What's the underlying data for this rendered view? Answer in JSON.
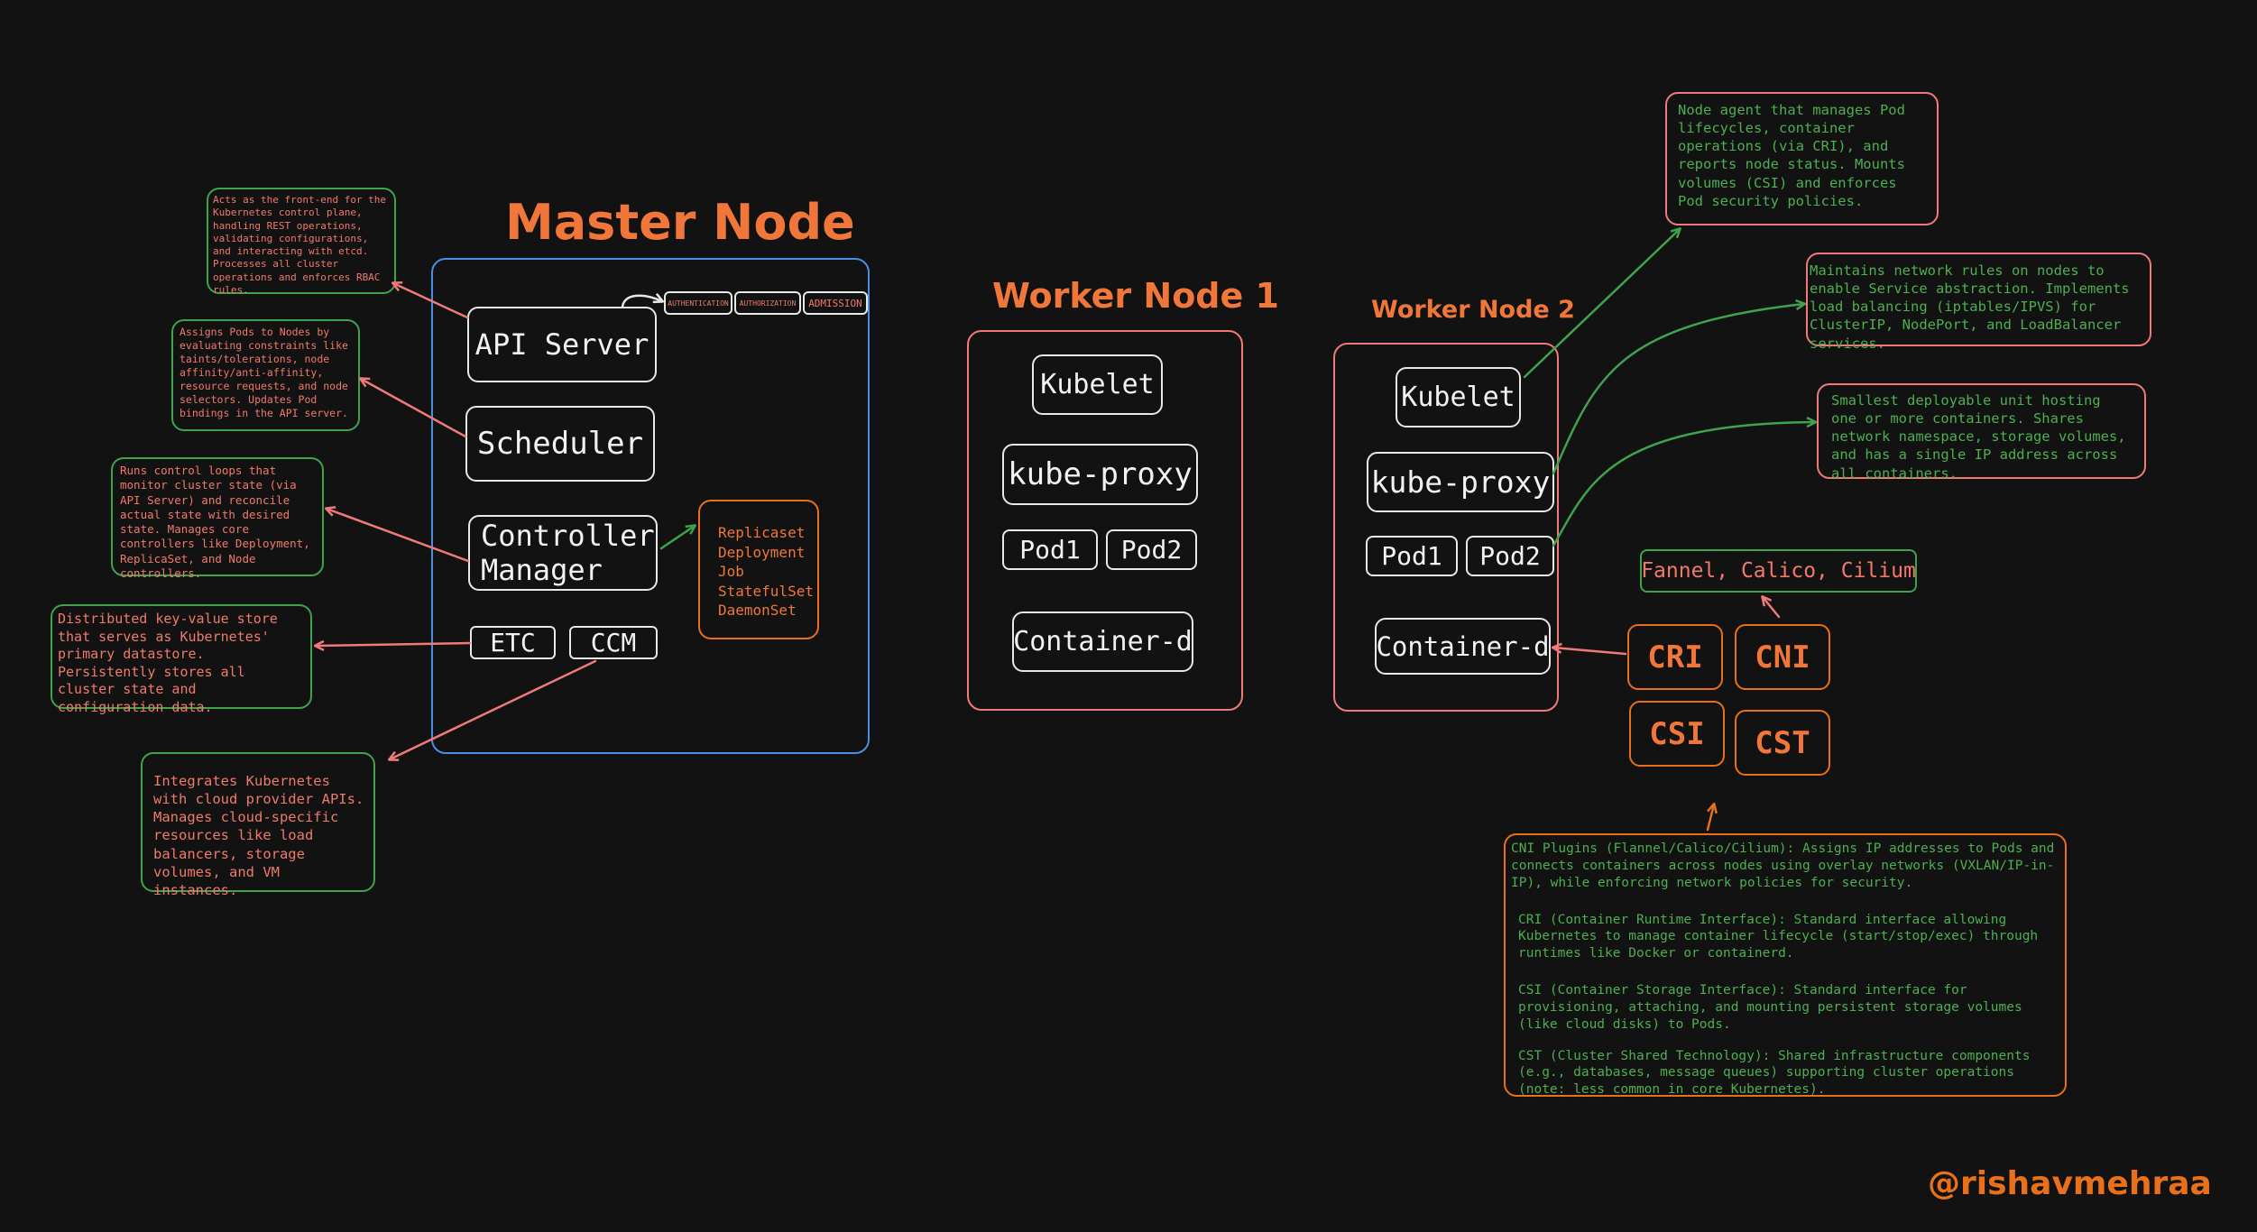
{
  "titles": {
    "master": "Master Node",
    "worker1": "Worker Node 1",
    "worker2": "Worker Node 2"
  },
  "master": {
    "api_server": "API Server",
    "scheduler": "Scheduler",
    "controller_manager_line1": "Controller",
    "controller_manager_line2": "Manager",
    "etc": "ETC",
    "ccm": "CCM",
    "auth_tags": [
      "AUTHENTICATION",
      "AUTHORIZATION",
      "ADMISSION"
    ],
    "controllers": [
      "Replicaset",
      "Deployment",
      "Job",
      "StatefulSet",
      "DaemonSet"
    ]
  },
  "worker1": {
    "kubelet": "Kubelet",
    "kube_proxy": "kube-proxy",
    "pod1": "Pod1",
    "pod2": "Pod2",
    "container_d": "Container-d"
  },
  "worker2": {
    "kubelet": "Kubelet",
    "kube_proxy": "kube-proxy",
    "pod1": "Pod1",
    "pod2": "Pod2",
    "container_d": "Container-d"
  },
  "plugins": {
    "cni_list": "Fannel, Calico, Cilium",
    "cri": "CRI",
    "cni": "CNI",
    "csi": "CSI",
    "cst": "CST"
  },
  "notes": {
    "api_server": "Acts as the front-end for the Kubernetes control plane, handling REST operations, validating configurations, and interacting with etcd. Processes all cluster operations and enforces RBAC rules.",
    "scheduler": "Assigns Pods to Nodes by evaluating constraints like taints/tolerations, node affinity/anti-affinity, resource requests, and node selectors. Updates Pod bindings in the API server.",
    "controller_manager": "Runs control loops that monitor cluster state (via API Server) and reconcile actual state with desired state. Manages core controllers like Deployment, ReplicaSet, and Node controllers.",
    "etc": "Distributed key-value store that serves as Kubernetes' primary datastore. Persistently stores all cluster state and configuration data.",
    "ccm": "Integrates Kubernetes with cloud provider APIs. Manages cloud-specific resources like load balancers, storage volumes, and VM instances.",
    "kubelet": "Node agent that manages Pod lifecycles, container operations (via CRI), and reports node status. Mounts volumes (CSI) and enforces Pod security policies.",
    "kube_proxy": "Maintains network rules on nodes to enable Service abstraction. Implements load balancing (iptables/IPVS) for ClusterIP, NodePort, and LoadBalancer services.",
    "pod": "Smallest deployable unit hosting one or more containers. Shares network namespace, storage volumes, and has a single IP address across all containers.",
    "plugins_cni": "CNI Plugins (Flannel/Calico/Cilium): Assigns IP addresses to Pods and connects containers across nodes using overlay networks (VXLAN/IP-in-IP), while enforcing network policies for security.",
    "plugins_cri": "CRI (Container Runtime Interface): Standard interface allowing Kubernetes to manage container lifecycle (start/stop/exec) through runtimes like Docker or containerd.",
    "plugins_csi": "CSI (Container Storage Interface): Standard interface for provisioning, attaching, and mounting persistent storage volumes (like cloud disks) to Pods.",
    "plugins_cst": "CST (Cluster Shared Technology): Shared infrastructure components (e.g., databases, message queues) supporting cluster operations (note: less common in core Kubernetes)."
  },
  "watermark": "@rishavmehraa",
  "colors": {
    "background": "#121212",
    "title_orange": "#f0763a",
    "master_frame_blue": "#4a90e2",
    "worker_frame_red": "#f07a7a",
    "note_green_border": "#3fa34d",
    "note_red_border": "#f07a7a",
    "arrow_red": "#f07a7a",
    "arrow_green": "#3fa34d",
    "box_white": "#e8e8e8"
  }
}
